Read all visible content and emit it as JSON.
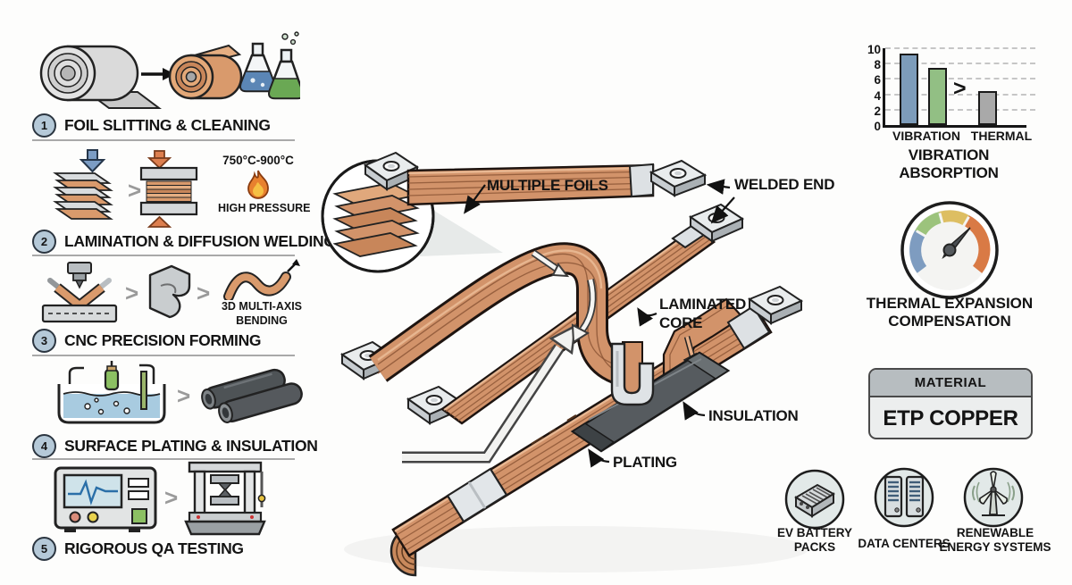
{
  "palette": {
    "copper": "#d2936a",
    "copper_dark": "#8a5434",
    "silver": "#e3e6e9",
    "insulation": "#565b5f",
    "badge_blue": "#b5c9d8"
  },
  "steps": [
    {
      "num": "1",
      "label": "FOIL SLITTING & CLEANING"
    },
    {
      "num": "2",
      "label": "LAMINATION & DIFFUSION WELDING",
      "temperature": "750°C-900°C",
      "pressure": "HIGH PRESSURE"
    },
    {
      "num": "3",
      "label": "CNC PRECISION FORMING",
      "note": [
        "3D MULTI-AXIS",
        "BENDING"
      ]
    },
    {
      "num": "4",
      "label": "SURFACE PLATING & INSULATION"
    },
    {
      "num": "5",
      "label": "RIGOROUS QA TESTING"
    }
  ],
  "diagram": {
    "labels": {
      "multiple_foils": "MULTIPLE FOILS",
      "welded_end": "WELDED END",
      "laminated_core": [
        "LAMINATED",
        "CORE"
      ],
      "insulation": "INSULATION",
      "plating": "PLATING"
    }
  },
  "chart_data": {
    "type": "bar",
    "title": "VIBRATION ABSORPTION",
    "categories": [
      "VIBRATION",
      "THERMAL"
    ],
    "bars": [
      {
        "category": "VIBRATION",
        "value": 9.3,
        "color": "#7d9cba"
      },
      {
        "category": "VIBRATION",
        "value": 7.4,
        "color": "#92bf84"
      },
      {
        "category": "THERMAL",
        "value": 4.4,
        "color": "#a9a9a9"
      }
    ],
    "comparison_symbol": ">",
    "yticks": [
      0,
      2,
      4,
      6,
      8,
      10
    ],
    "ylim": [
      0,
      10
    ],
    "grid": "dashed-horizontal",
    "legend": "none"
  },
  "gauge": {
    "label": [
      "THERMAL EXPANSION",
      "COMPENSATION"
    ],
    "segments": [
      {
        "color": "#7e9cc0"
      },
      {
        "color": "#9cc37c"
      },
      {
        "color": "#ddbe62"
      },
      {
        "color": "#d97a45"
      }
    ]
  },
  "material": {
    "header": "MATERIAL",
    "value": "ETP COPPER"
  },
  "applications": [
    {
      "label": [
        "EV BATTERY",
        "PACKS"
      ]
    },
    {
      "label": [
        "DATA CENTERS",
        ""
      ]
    },
    {
      "label": [
        "RENEWABLE",
        "ENERGY SYSTEMS"
      ]
    }
  ]
}
